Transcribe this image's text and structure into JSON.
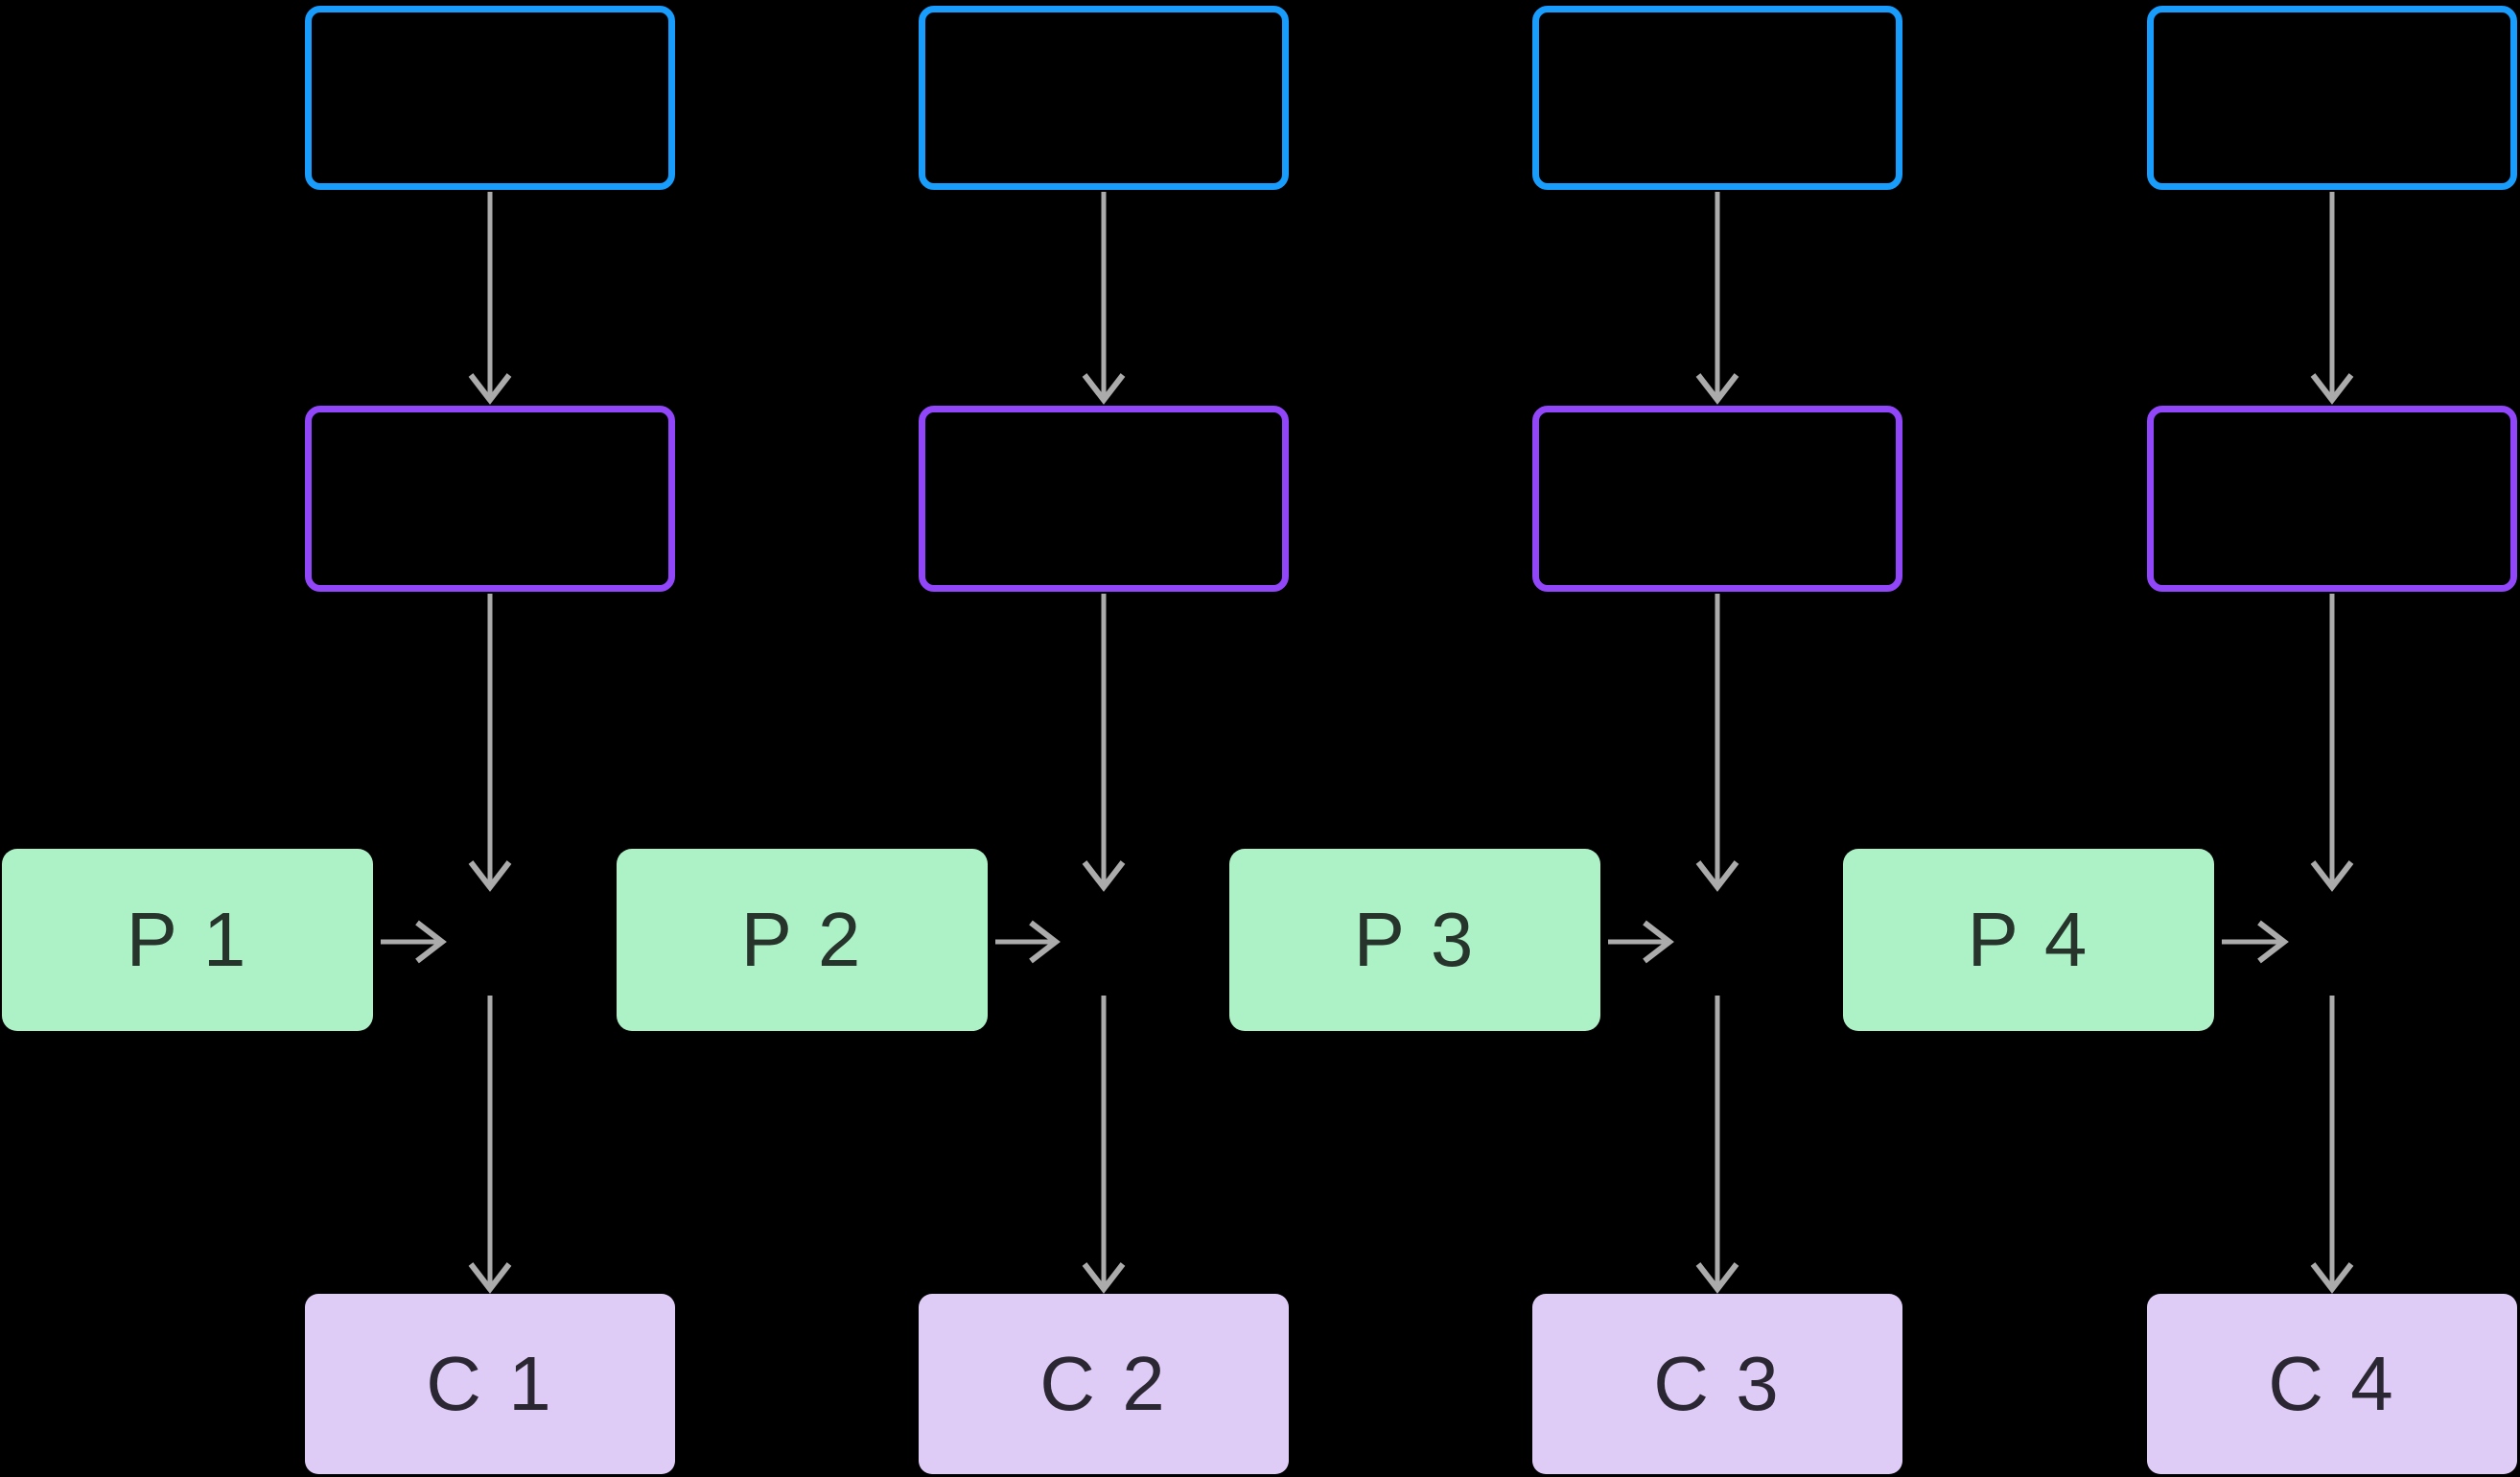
{
  "diagram": {
    "type": "flowchart",
    "columns": [
      {
        "process_label": "P 1",
        "output_label": "C 1"
      },
      {
        "process_label": "P 2",
        "output_label": "C 2"
      },
      {
        "process_label": "P 3",
        "output_label": "C 3"
      },
      {
        "process_label": "P 4",
        "output_label": "C 4"
      }
    ],
    "colors": {
      "background": "#000000",
      "input_box_border": "#189DFC",
      "stage_box_border": "#9146FA",
      "process_box_fill": "#ADF2C7",
      "process_box_text": "#26342C",
      "output_box_fill": "#DECBF6",
      "output_box_text": "#2A2733",
      "arrow": "#ABABAB"
    }
  }
}
